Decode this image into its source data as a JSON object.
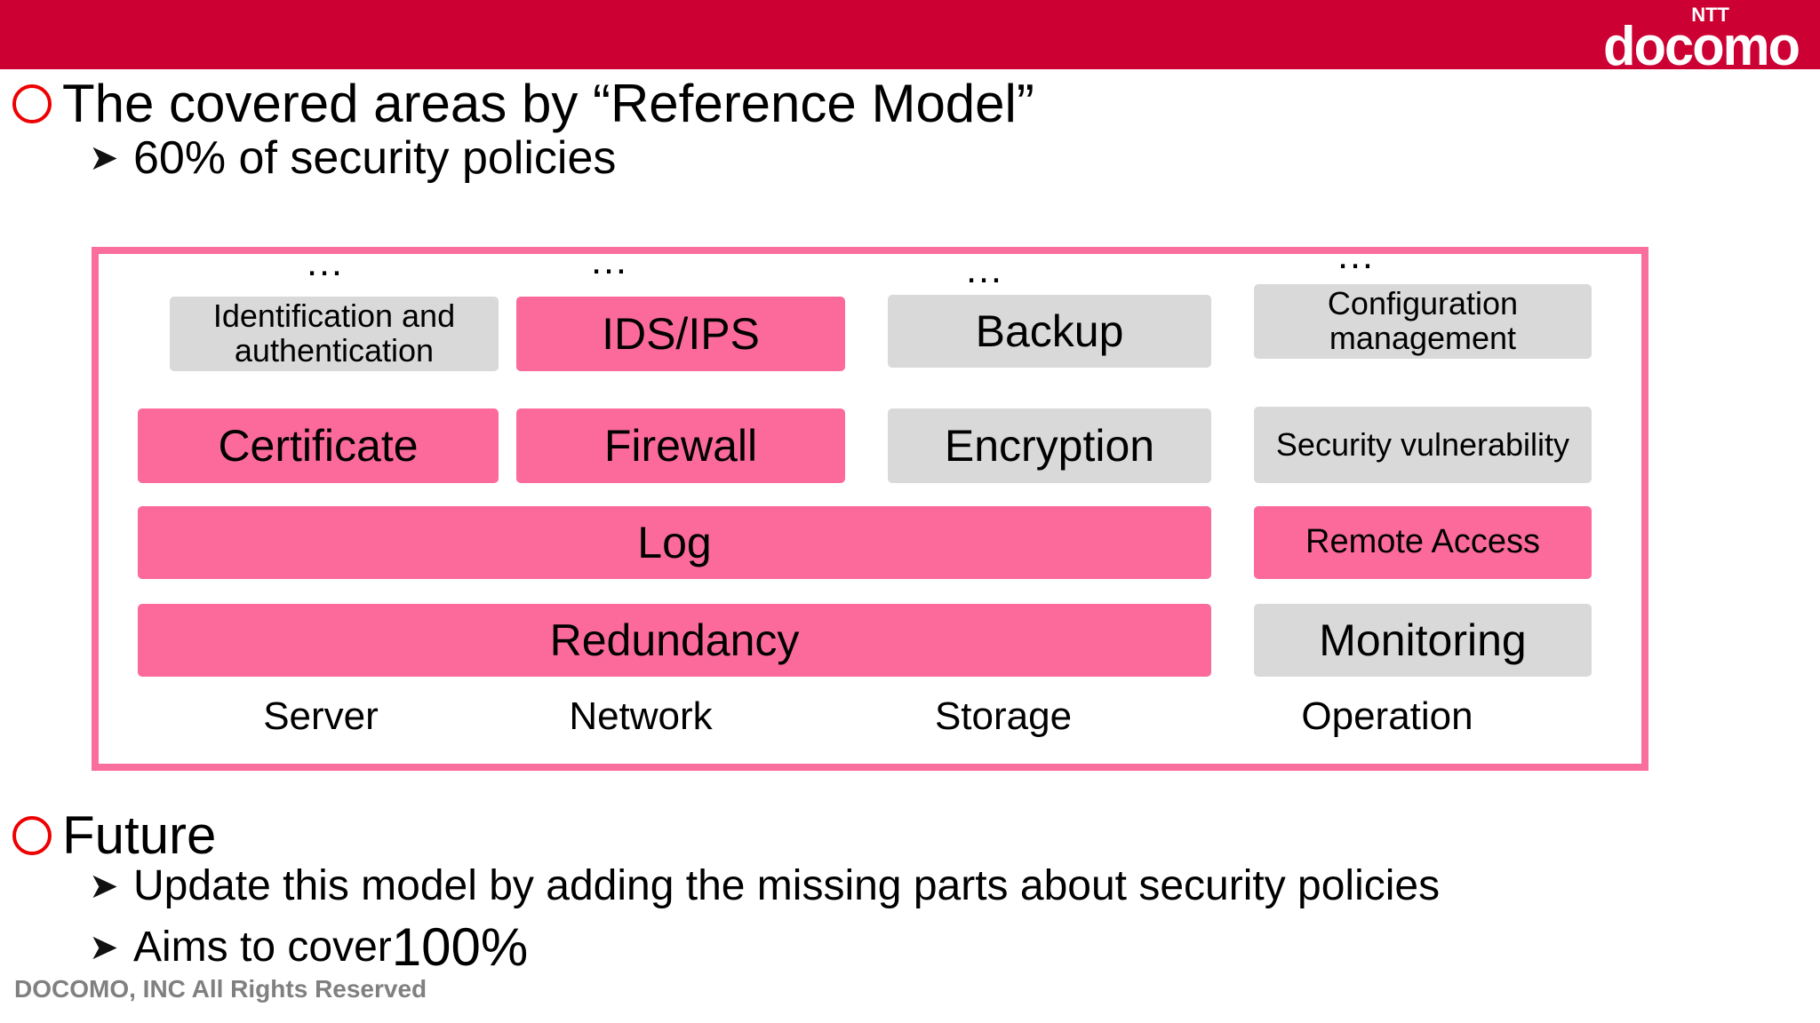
{
  "header": {
    "band_color": "#CC0033",
    "logo": {
      "sup": "NTT",
      "word": "docomo"
    }
  },
  "slide": {
    "title": "The covered areas by “Reference Model”",
    "title_sub": "60% of security policies",
    "section2_title": "Future",
    "section2_bullets": [
      "Update this model by adding the missing parts about security policies",
      "Aims to cover "
    ],
    "section2_bullet2_emphasis": "100%"
  },
  "diagram": {
    "border_color": "#FA6E9E",
    "covered_color": "#FB6A9B",
    "uncovered_color": "#D9D9D9",
    "ellipsis": "…",
    "columns": [
      {
        "label": "Server"
      },
      {
        "label": "Network"
      },
      {
        "label": "Storage"
      },
      {
        "label": "Operation"
      }
    ],
    "cells": [
      {
        "label": "Identification and authentication",
        "covered": false
      },
      {
        "label": "IDS/IPS",
        "covered": true
      },
      {
        "label": "Backup",
        "covered": false
      },
      {
        "label": "Configuration management",
        "covered": false
      },
      {
        "label": "Certificate",
        "covered": true
      },
      {
        "label": "Firewall",
        "covered": true
      },
      {
        "label": "Encryption",
        "covered": false
      },
      {
        "label": "Security vulnerability",
        "covered": false
      },
      {
        "label": "Log",
        "covered": true
      },
      {
        "label": "Remote Access",
        "covered": true
      },
      {
        "label": "Redundancy",
        "covered": true
      },
      {
        "label": "Monitoring",
        "covered": false
      }
    ]
  },
  "footer": {
    "copyright": "DOCOMO, INC All Rights Reserved"
  }
}
